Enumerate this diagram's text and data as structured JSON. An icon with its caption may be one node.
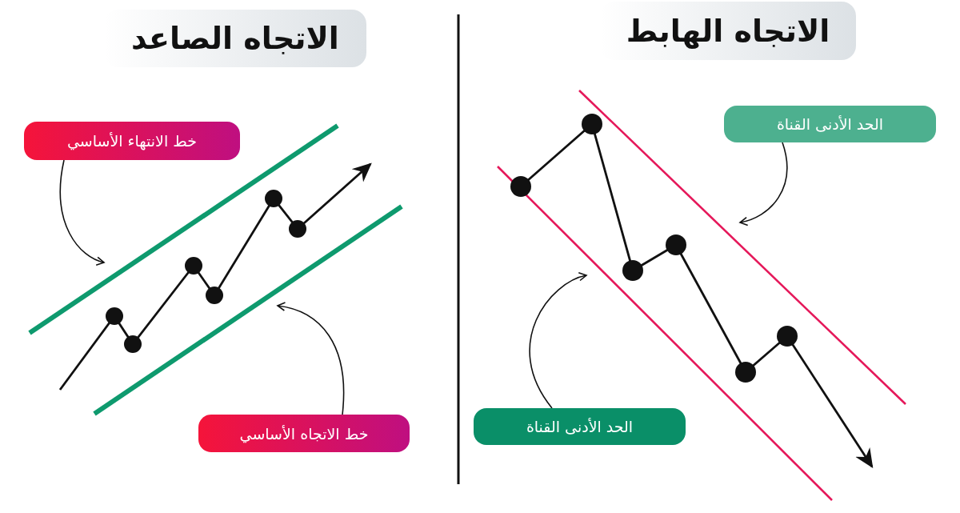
{
  "diagram": {
    "nodes": [
      {
        "text": [
          "الاتجاه الصاعد"
        ]
      },
      {
        "text": [
          "الاتجاه الهابط"
        ]
      },
      {
        "text": [
          "خط الانتهاء الأساسي"
        ]
      },
      {
        "text": [
          "خط الاتجاه الأساسي"
        ]
      },
      {
        "text": [
          "الحد الأدنى القناة"
        ]
      },
      {
        "text": [
          "الحد الأدنى القناة"
        ]
      }
    ],
    "edges": [
      {
        "from": 2,
        "to": null,
        "arrow": "to"
      },
      {
        "from": 3,
        "to": null,
        "arrow": "to"
      },
      {
        "from": 4,
        "to": null,
        "arrow": "to"
      },
      {
        "from": 5,
        "to": null,
        "arrow": "to"
      }
    ]
  }
}
